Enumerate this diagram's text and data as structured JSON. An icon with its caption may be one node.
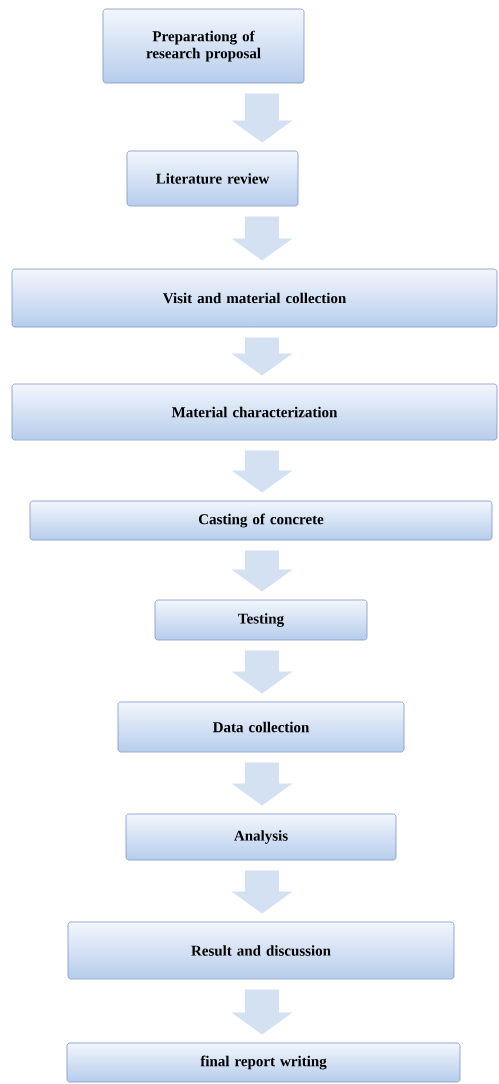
{
  "diagram": {
    "nodes": [
      {
        "text": [
          "Preparationg of research proposal"
        ]
      },
      {
        "text": [
          "Literature review"
        ]
      },
      {
        "text": [
          "Visit and material collection"
        ]
      },
      {
        "text": [
          "Material characterization"
        ]
      },
      {
        "text": [
          "Casting of concrete"
        ]
      },
      {
        "text": [
          "Testing"
        ]
      },
      {
        "text": [
          "Data collection"
        ]
      },
      {
        "text": [
          "Analysis"
        ]
      },
      {
        "text": [
          "Result and discussion"
        ]
      },
      {
        "text": [
          "final report writing"
        ]
      }
    ],
    "edges": [
      {
        "from": 0,
        "to": 1,
        "arrow": "to"
      },
      {
        "from": 1,
        "to": 2,
        "arrow": "to"
      },
      {
        "from": 2,
        "to": 3,
        "arrow": "to"
      },
      {
        "from": 3,
        "to": 4,
        "arrow": "to"
      },
      {
        "from": 4,
        "to": 5,
        "arrow": "to"
      },
      {
        "from": 5,
        "to": 6,
        "arrow": "to"
      },
      {
        "from": 6,
        "to": 7,
        "arrow": "to"
      },
      {
        "from": 7,
        "to": 8,
        "arrow": "to"
      },
      {
        "from": 8,
        "to": 9,
        "arrow": "to"
      }
    ]
  }
}
